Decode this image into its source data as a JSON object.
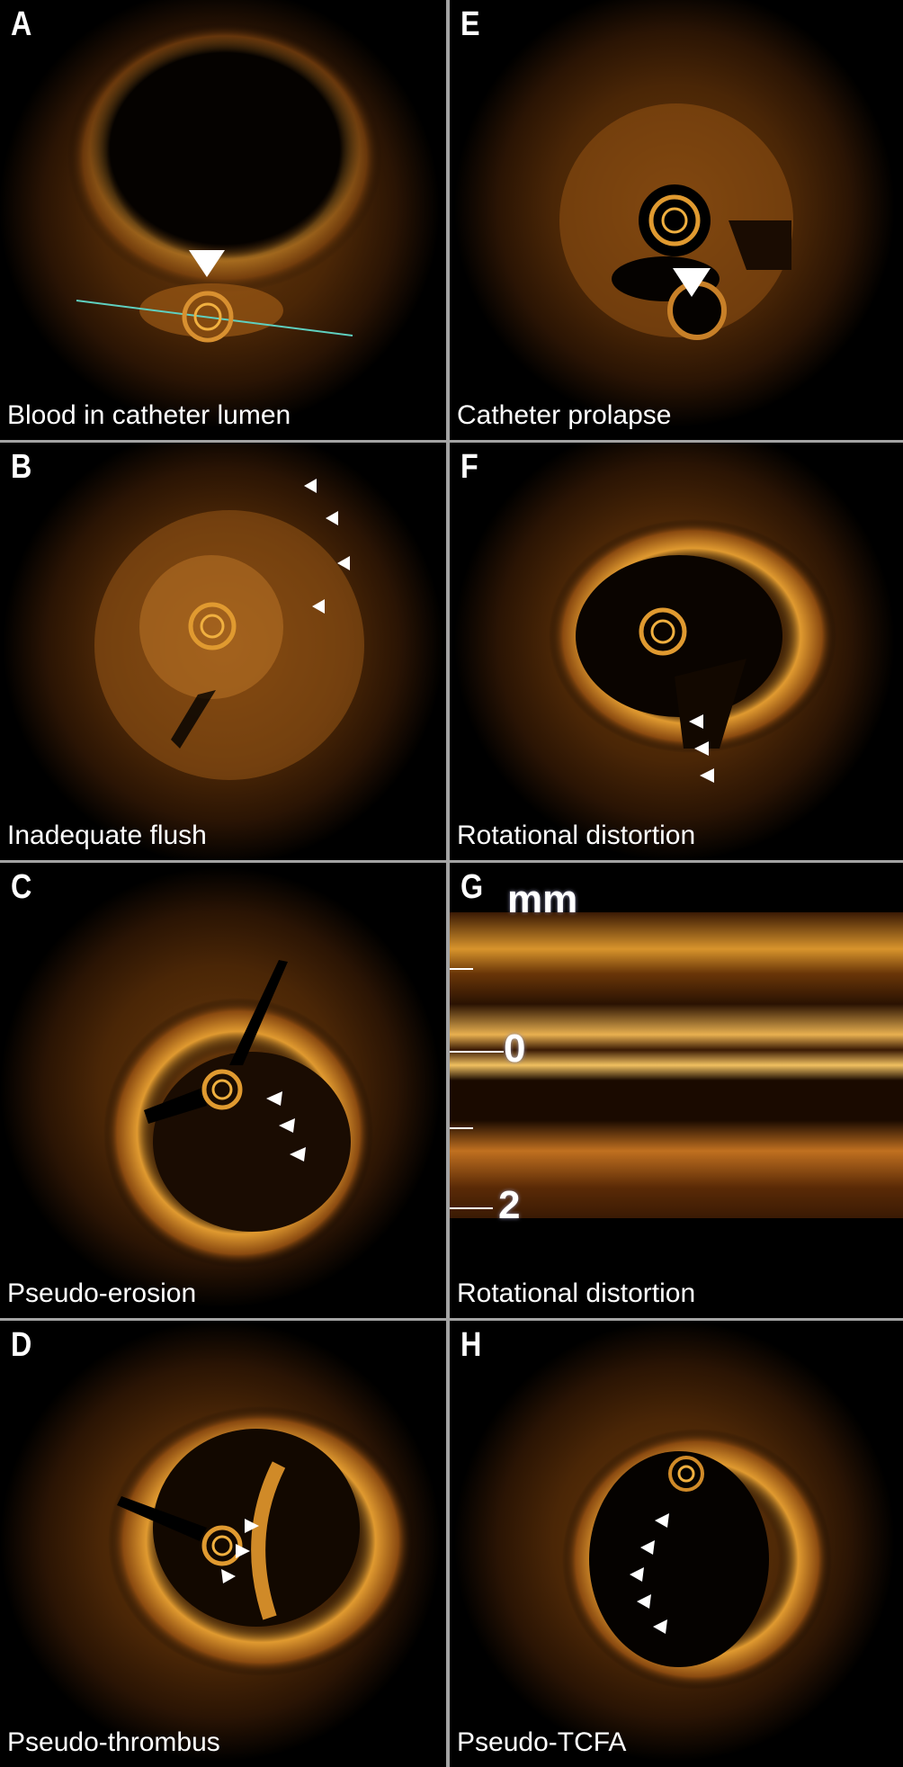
{
  "panels": [
    {
      "letter": "A",
      "caption": "Blood in catheter lumen"
    },
    {
      "letter": "B",
      "caption": "Inadequate flush"
    },
    {
      "letter": "C",
      "caption": "Pseudo-erosion"
    },
    {
      "letter": "D",
      "caption": "Pseudo-thrombus"
    },
    {
      "letter": "E",
      "caption": "Catheter prolapse"
    },
    {
      "letter": "F",
      "caption": "Rotational distortion"
    },
    {
      "letter": "G",
      "caption": "Rotational distortion"
    },
    {
      "letter": "H",
      "caption": "Pseudo-TCFA"
    }
  ],
  "g_scale": {
    "unit": "mm",
    "tick_0": "0",
    "tick_2": "2"
  },
  "colors": {
    "tissue": "#c8781c",
    "border": "#a3a3a3",
    "arrowhead": "#ffffff"
  }
}
